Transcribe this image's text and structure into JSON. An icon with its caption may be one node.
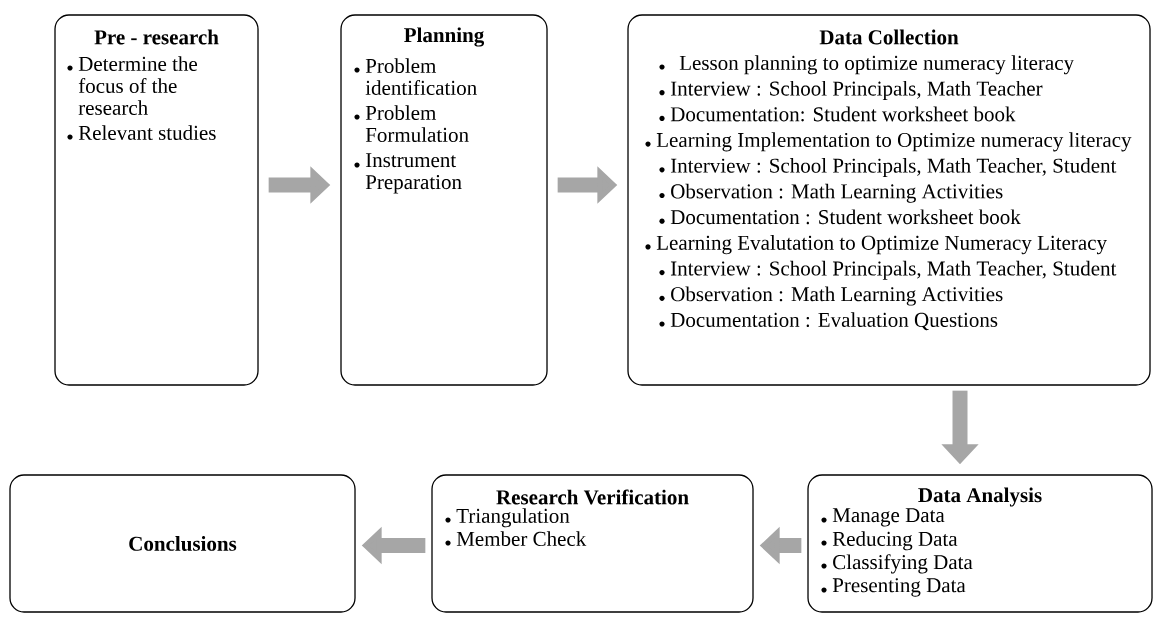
{
  "diagram": {
    "nodes": [
      {
        "text": [
          "Pre - research",
          "Determine the focus of the research",
          "Relevant studies"
        ]
      },
      {
        "text": [
          "Planning",
          "Problem identification",
          "Problem Formulation",
          "Instrument Preparation"
        ]
      },
      {
        "text": [
          "Data Collection",
          "Lesson planning to optimize numeracy literacy",
          "Interview : School Principals, Math Teacher",
          "Documentation: Student worksheet book",
          "Learning Implementation to Optimize numeracy literacy",
          "Interview : School Principals, Math Teacher, Student",
          "Observation : Math Learning Activities",
          "Documentation : Student worksheet book",
          "Learning Evalutation to Optimize Numeracy Literacy",
          "Interview : School Principals, Math Teacher, Student",
          "Observation : Math Learning Activities",
          "Documentation : Evaluation Questions"
        ]
      },
      {
        "text": [
          "Data Analysis",
          "Manage Data",
          "Reducing Data",
          "Classifying Data",
          "Presenting Data"
        ]
      },
      {
        "text": [
          "Research Verification",
          "Triangulation",
          "Member Check"
        ]
      },
      {
        "text": [
          "Conclusions"
        ]
      }
    ],
    "edges": [
      {
        "from": 0,
        "to": 1,
        "arrow": "to"
      },
      {
        "from": 1,
        "to": 2,
        "arrow": "to"
      },
      {
        "from": 2,
        "to": 3,
        "arrow": "to"
      },
      {
        "from": 3,
        "to": 4,
        "arrow": "to"
      },
      {
        "from": 4,
        "to": 5,
        "arrow": "to"
      }
    ]
  }
}
